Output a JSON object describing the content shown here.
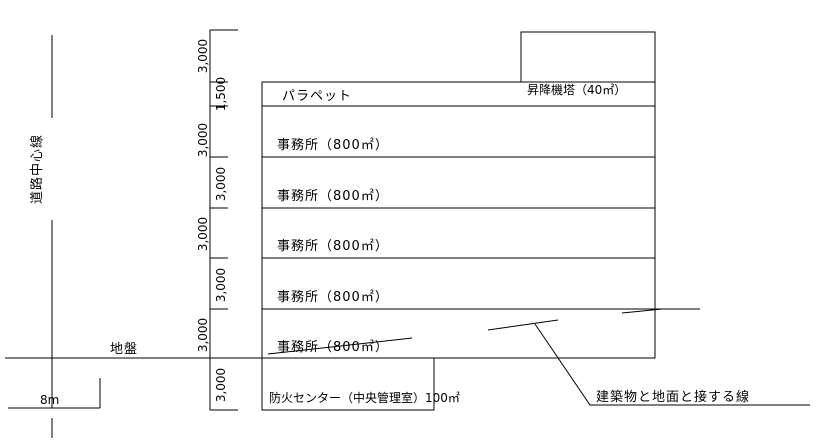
{
  "labels": {
    "road_center": "道路中心線",
    "ground": "地盤",
    "road_distance": "8m",
    "parapet": "パラペット",
    "elevator_tower": "昇降機塔（40㎡）",
    "office_1": "事務所（800㎡）",
    "office_2": "事務所（800㎡）",
    "office_3": "事務所（800㎡）",
    "office_4": "事務所（800㎡）",
    "office_5": "事務所（800㎡）",
    "basement": "防火センター（中央管理室）100㎡",
    "ground_contact_line": "建築物と地面と接する線"
  },
  "dimensions": {
    "d_top": "3,000",
    "d_parapet": "1,500",
    "d_floor5": "3,000",
    "d_floor4": "3,000",
    "d_floor3": "3,000",
    "d_floor2": "3,000",
    "d_floor1": "3,000",
    "d_basement": "3,000"
  }
}
